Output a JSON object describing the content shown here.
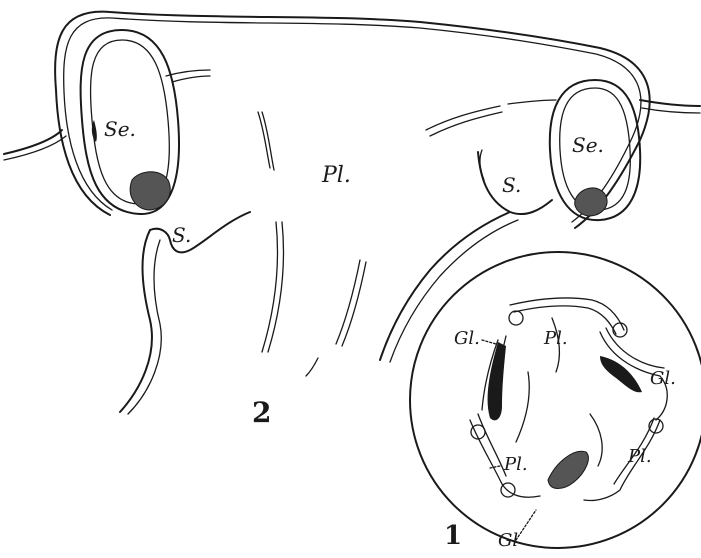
{
  "figure": {
    "numbers": {
      "fig1": "1",
      "fig2": "2"
    },
    "fig2_labels": {
      "se_left": "Se.",
      "se_right": "Se.",
      "s_left": "S.",
      "s_right": "S.",
      "pl": "Pl."
    },
    "fig1_labels": {
      "gl_top_left": "Gl.",
      "gl_right": "Gl.",
      "gl_bottom": "Gl",
      "pl_top": "Pl.",
      "pl_left": "Pl.",
      "pl_right": "Pl."
    }
  }
}
